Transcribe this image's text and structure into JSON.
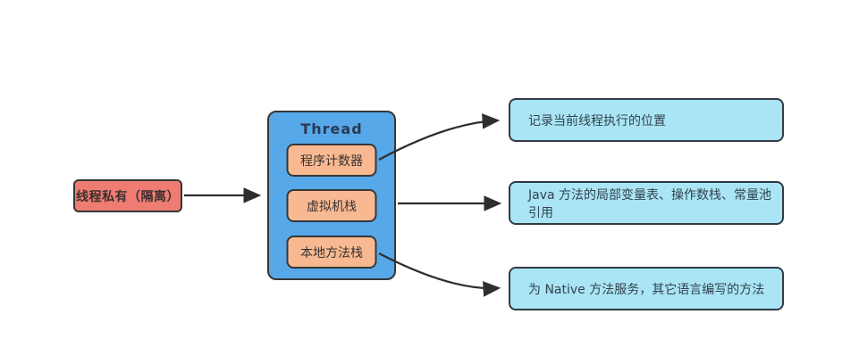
{
  "diagram": {
    "left_node": {
      "label": "线程私有（隔离）"
    },
    "thread": {
      "title": "Thread",
      "items": [
        {
          "label": "程序计数器"
        },
        {
          "label": "虚拟机栈"
        },
        {
          "label": "本地方法栈"
        }
      ]
    },
    "descriptions": [
      {
        "label": "记录当前线程执行的位置"
      },
      {
        "label": "Java 方法的局部变量表、操作数栈、常量池引用"
      },
      {
        "label": "为 Native 方法服务，其它语言编写的方法"
      }
    ],
    "colors": {
      "left_node_fill": "#ee7c73",
      "thread_fill": "#56a8e9",
      "inner_fill": "#f8b992",
      "description_fill": "#a9e5f5",
      "border": "#363636",
      "arrow": "#2e2e2e",
      "background": "#ffffff"
    }
  }
}
